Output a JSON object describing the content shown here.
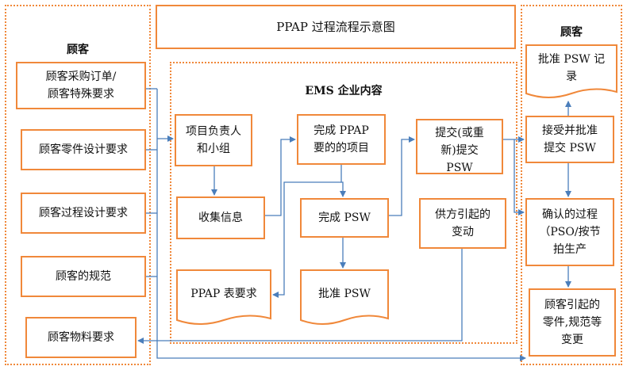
{
  "title": "PPAP 过程流程示意图",
  "left_header": "顾客",
  "right_header": "顾客",
  "center_header": "EMS 企业内容",
  "left_inputs": [
    "顾客采购订单/顾客特殊要求",
    "顾客零件设计要求",
    "顾客过程设计要求",
    "顾客的规范",
    "顾客物料要求"
  ],
  "left_input_lines": [
    [
      "顾客采购订单/",
      "顾客特殊要求"
    ]
  ],
  "center": {
    "project_lead": [
      "项目负责人",
      "和小组"
    ],
    "collect_info": "收集信息",
    "ppap_requirements": "PPAP 表要求",
    "complete_items": [
      "完成 PPAP",
      "要的的项目"
    ],
    "complete_psw": "完成 PSW",
    "approve_psw": "批准 PSW",
    "submit": [
      "提交(或重",
      "新)提交",
      "PSW"
    ],
    "supplier_change": [
      "供方引起的",
      "变动"
    ]
  },
  "right": {
    "approved_record": [
      "批准 PSW 记",
      "录"
    ],
    "accept_approve": [
      "接受并批准",
      "提交 PSW"
    ],
    "confirm_process": [
      "确认的过程",
      "（PSO/按节",
      "拍生产"
    ],
    "customer_change": [
      "顾客引起的",
      "零件,规范等",
      "变更"
    ]
  },
  "colors": {
    "accent": "#f0883a",
    "connector": "#4a7ebb"
  }
}
